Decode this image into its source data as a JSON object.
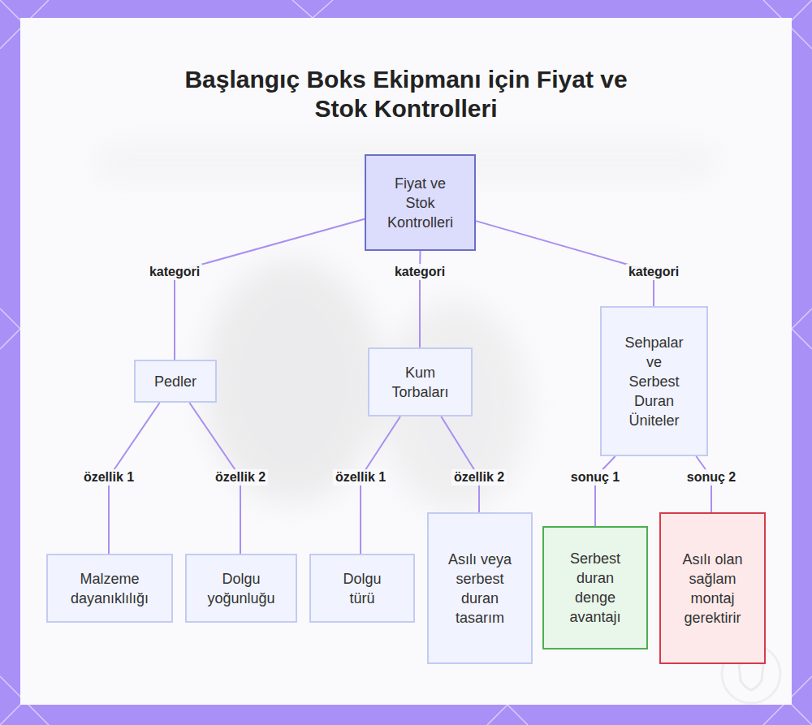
{
  "diagram": {
    "title": "Başlangıç Boks Ekipmanı için Fiyat ve Stok Kontrolleri",
    "nodes": [
      {
        "text": [
          "Fiyat ve Stok Kontrolleri"
        ]
      },
      {
        "text": [
          "Pedler"
        ]
      },
      {
        "text": [
          "Kum Torbaları"
        ]
      },
      {
        "text": [
          "Sehpalar ve Serbest Duran Üniteler"
        ]
      },
      {
        "text": [
          "Malzeme dayanıklılığı"
        ]
      },
      {
        "text": [
          "Dolgu yoğunluğu"
        ]
      },
      {
        "text": [
          "Dolgu türü"
        ]
      },
      {
        "text": [
          "Asılı veya serbest duran tasarım"
        ]
      },
      {
        "text": [
          "Serbest duran denge avantajı"
        ]
      },
      {
        "text": [
          "Asılı olan sağlam montaj gerektirir"
        ]
      }
    ],
    "edges": [
      {
        "from": 0,
        "to": 1,
        "label": "kategori",
        "arrow": "none"
      },
      {
        "from": 0,
        "to": 2,
        "label": "kategori",
        "arrow": "none"
      },
      {
        "from": 0,
        "to": 3,
        "label": "kategori",
        "arrow": "none"
      },
      {
        "from": 1,
        "to": 4,
        "label": "özellik 1",
        "arrow": "none"
      },
      {
        "from": 1,
        "to": 5,
        "label": "özellik 2",
        "arrow": "none"
      },
      {
        "from": 2,
        "to": 6,
        "label": "özellik 1",
        "arrow": "none"
      },
      {
        "from": 2,
        "to": 7,
        "label": "özellik 2",
        "arrow": "none"
      },
      {
        "from": 3,
        "to": 8,
        "label": "sonuç 1",
        "arrow": "none"
      },
      {
        "from": 3,
        "to": 9,
        "label": "sonuç 2",
        "arrow": "none"
      }
    ]
  }
}
